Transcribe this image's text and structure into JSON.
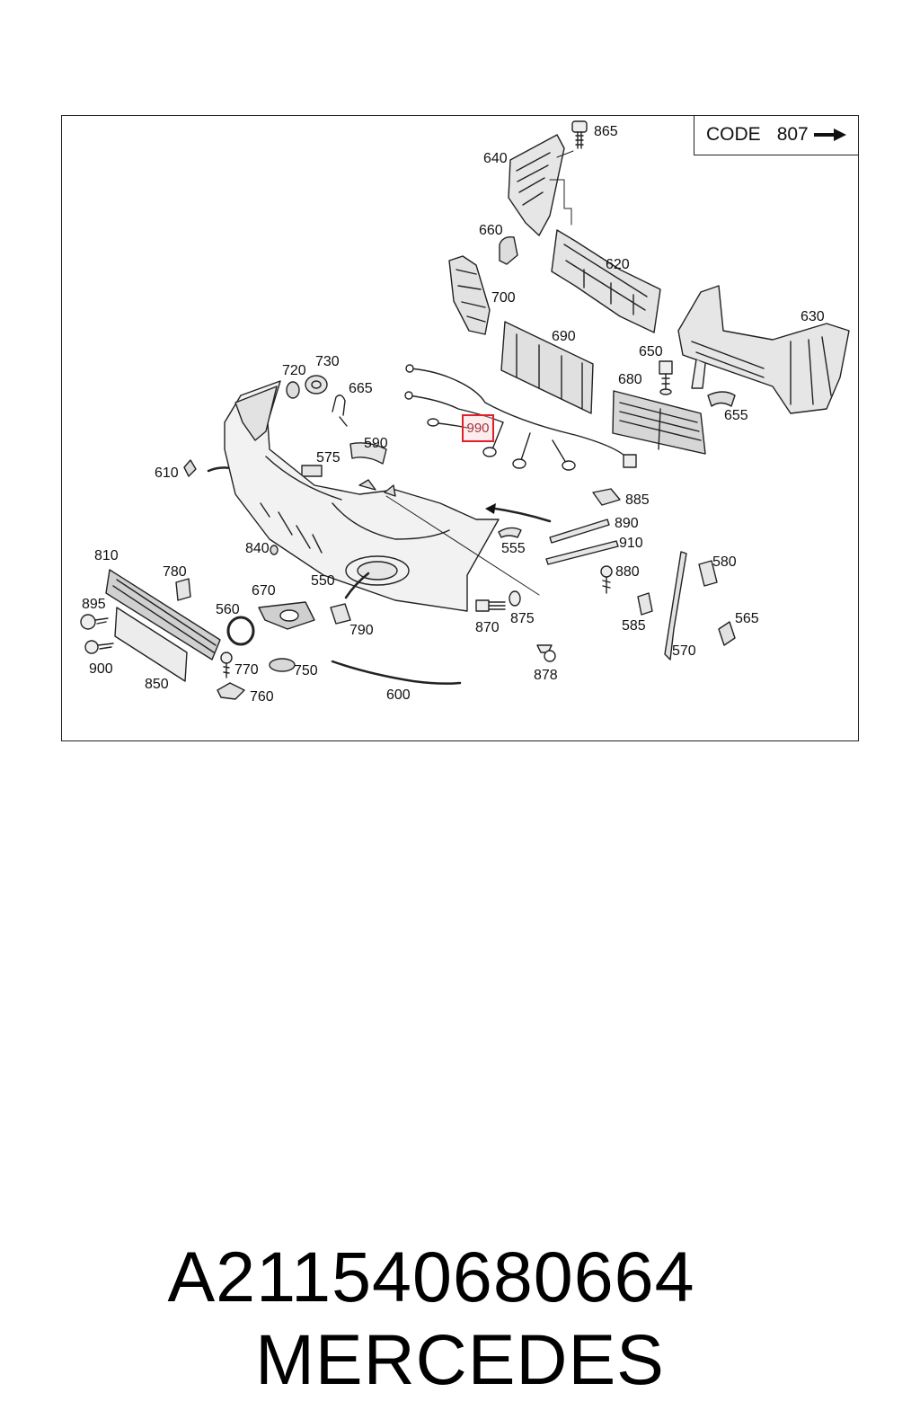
{
  "code_box": {
    "label": "CODE",
    "number": "807"
  },
  "highlighted_part": "990",
  "labels": {
    "p865": "865",
    "p640": "640",
    "p660": "660",
    "p620": "620",
    "p700": "700",
    "p630": "630",
    "p690": "690",
    "p650": "650",
    "p680": "680",
    "p655": "655",
    "p720": "720",
    "p730": "730",
    "p665": "665",
    "p590": "590",
    "p575": "575",
    "p610": "610",
    "p885": "885",
    "p890": "890",
    "p910": "910",
    "p555": "555",
    "p840": "840",
    "p880": "880",
    "p580": "580",
    "p810": "810",
    "p780": "780",
    "p550": "550",
    "p670": "670",
    "p560": "560",
    "p895": "895",
    "p790": "790",
    "p870": "870",
    "p875": "875",
    "p585": "585",
    "p565": "565",
    "p570": "570",
    "p900": "900",
    "p770": "770",
    "p750": "750",
    "p850": "850",
    "p760": "760",
    "p600": "600",
    "p878": "878"
  },
  "footer": {
    "part_number": "A211540680664",
    "brand": "MERCEDES"
  }
}
